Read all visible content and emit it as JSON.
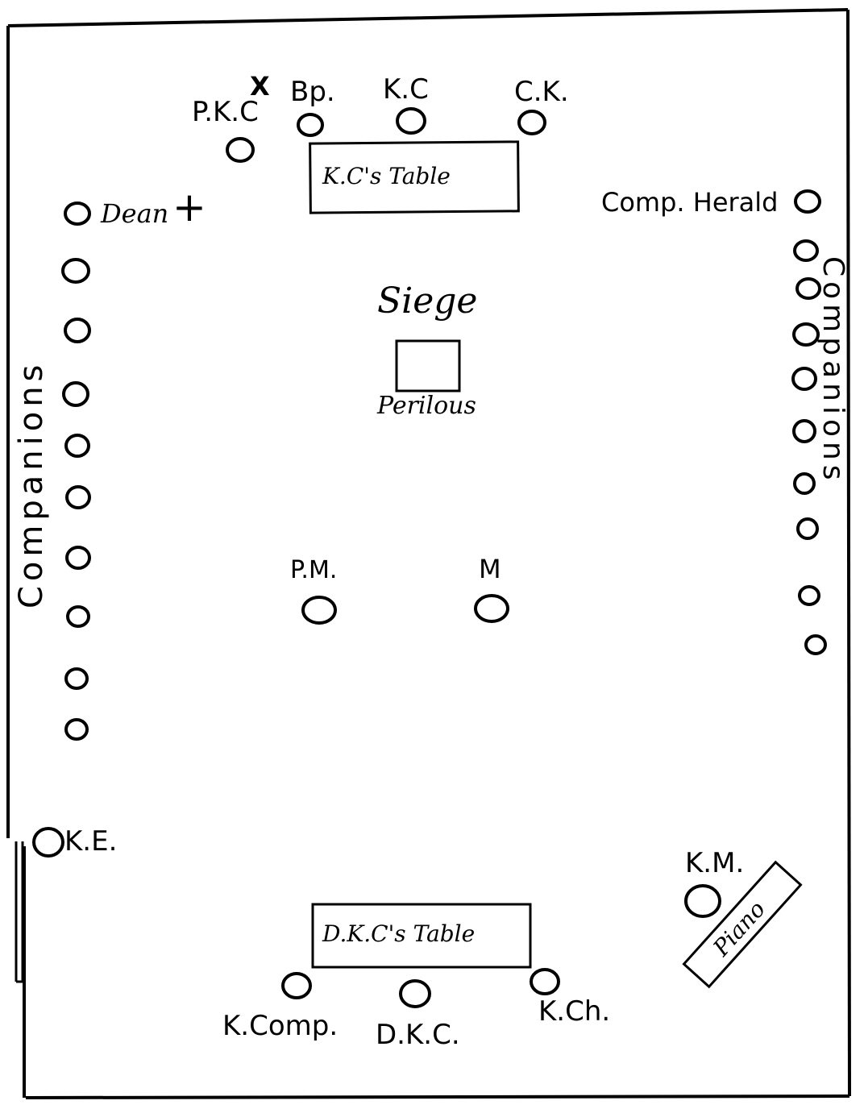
{
  "diagram": {
    "top_labels": {
      "pkc": "P.K.C",
      "cross": "X",
      "bp": "Bp.",
      "kc": "K.C",
      "ck": "C.K."
    },
    "kc_table": "K.C's Table",
    "dean": "Dean",
    "cross_mark": "+",
    "comp_herald": "Comp. Herald",
    "companions_left": "Companions",
    "companions_right": "Companions",
    "siege": "Siege",
    "perilous": "Perilous",
    "pm": "P.M.",
    "m": "M",
    "ke": "K.E.",
    "km": "K.M.",
    "piano": "Piano",
    "dkc_table": "D.K.C's Table",
    "bottom_labels": {
      "kcomp": "K.Comp.",
      "dkc": "D.K.C.",
      "kch": "K.Ch."
    }
  }
}
